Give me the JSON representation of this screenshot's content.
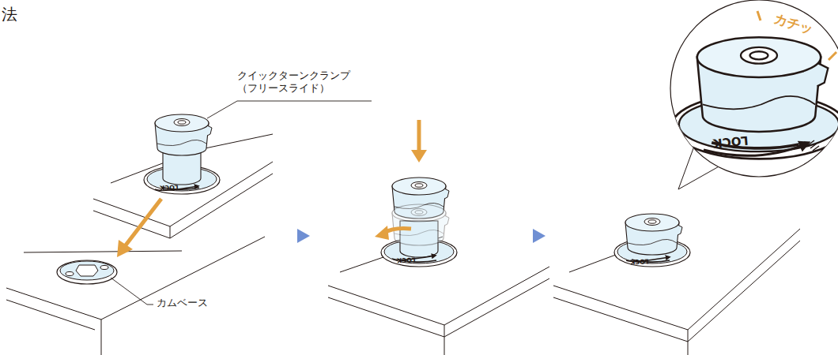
{
  "diagram": {
    "labels": [
      "法",
      "クイックターンクランプ （フリースライド）",
      "カムベース",
      "LOCK",
      "LOCK",
      "LOCK",
      "LOCK",
      "カチッ"
    ]
  }
}
